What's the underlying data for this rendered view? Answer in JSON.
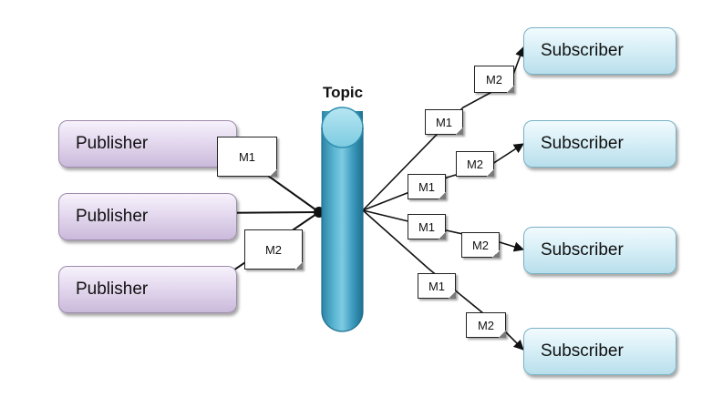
{
  "topic": {
    "label": "Topic"
  },
  "publishers": [
    {
      "label": "Publisher"
    },
    {
      "label": "Publisher"
    },
    {
      "label": "Publisher"
    }
  ],
  "subscribers": [
    {
      "label": "Subscriber"
    },
    {
      "label": "Subscriber"
    },
    {
      "label": "Subscriber"
    },
    {
      "label": "Subscriber"
    }
  ],
  "messages": {
    "pub1": "M1",
    "pub3": "M2",
    "sub1_a": "M1",
    "sub1_b": "M2",
    "sub2_a": "M1",
    "sub2_b": "M2",
    "sub3_a": "M1",
    "sub3_b": "M2",
    "sub4_a": "M1",
    "sub4_b": "M2"
  },
  "colors": {
    "topic_dark": "#2f8fb0",
    "topic_light": "#8fd3e6",
    "publisher_fill": "#d9cce6",
    "subscriber_fill": "#cdeaf3"
  }
}
